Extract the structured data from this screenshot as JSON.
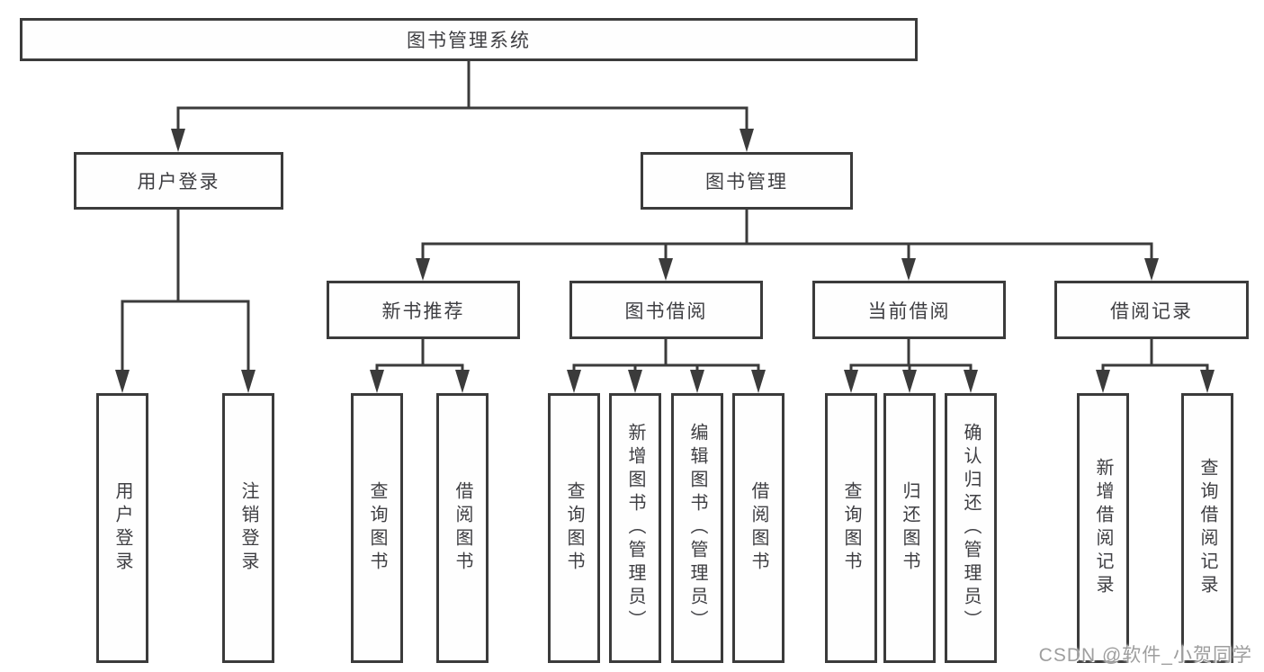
{
  "colors": {
    "line": "#3b3b3b",
    "text": "#3e3e42",
    "background": "#ffffff",
    "watermark": "#9e9e9e"
  },
  "tree": {
    "root": {
      "label": "图书管理系统"
    },
    "level2": [
      {
        "label": "用户登录"
      },
      {
        "label": "图书管理"
      }
    ],
    "level3": [
      {
        "label": "新书推荐"
      },
      {
        "label": "图书借阅"
      },
      {
        "label": "当前借阅"
      },
      {
        "label": "借阅记录"
      }
    ],
    "leaves": {
      "user_login": [
        "用户登录",
        "注销登录"
      ],
      "new_book_recommend": [
        "查询图书",
        "借阅图书"
      ],
      "book_borrow": [
        "查询图书",
        "新增图书（管理员）",
        "编辑图书（管理员）",
        "借阅图书"
      ],
      "current_borrow": [
        "查询图书",
        "归还图书",
        "确认归还（管理员）"
      ],
      "borrow_record": [
        "新增借阅记录",
        "查询借阅记录"
      ]
    }
  },
  "watermark": {
    "text": "CSDN @软件_小贺同学"
  }
}
